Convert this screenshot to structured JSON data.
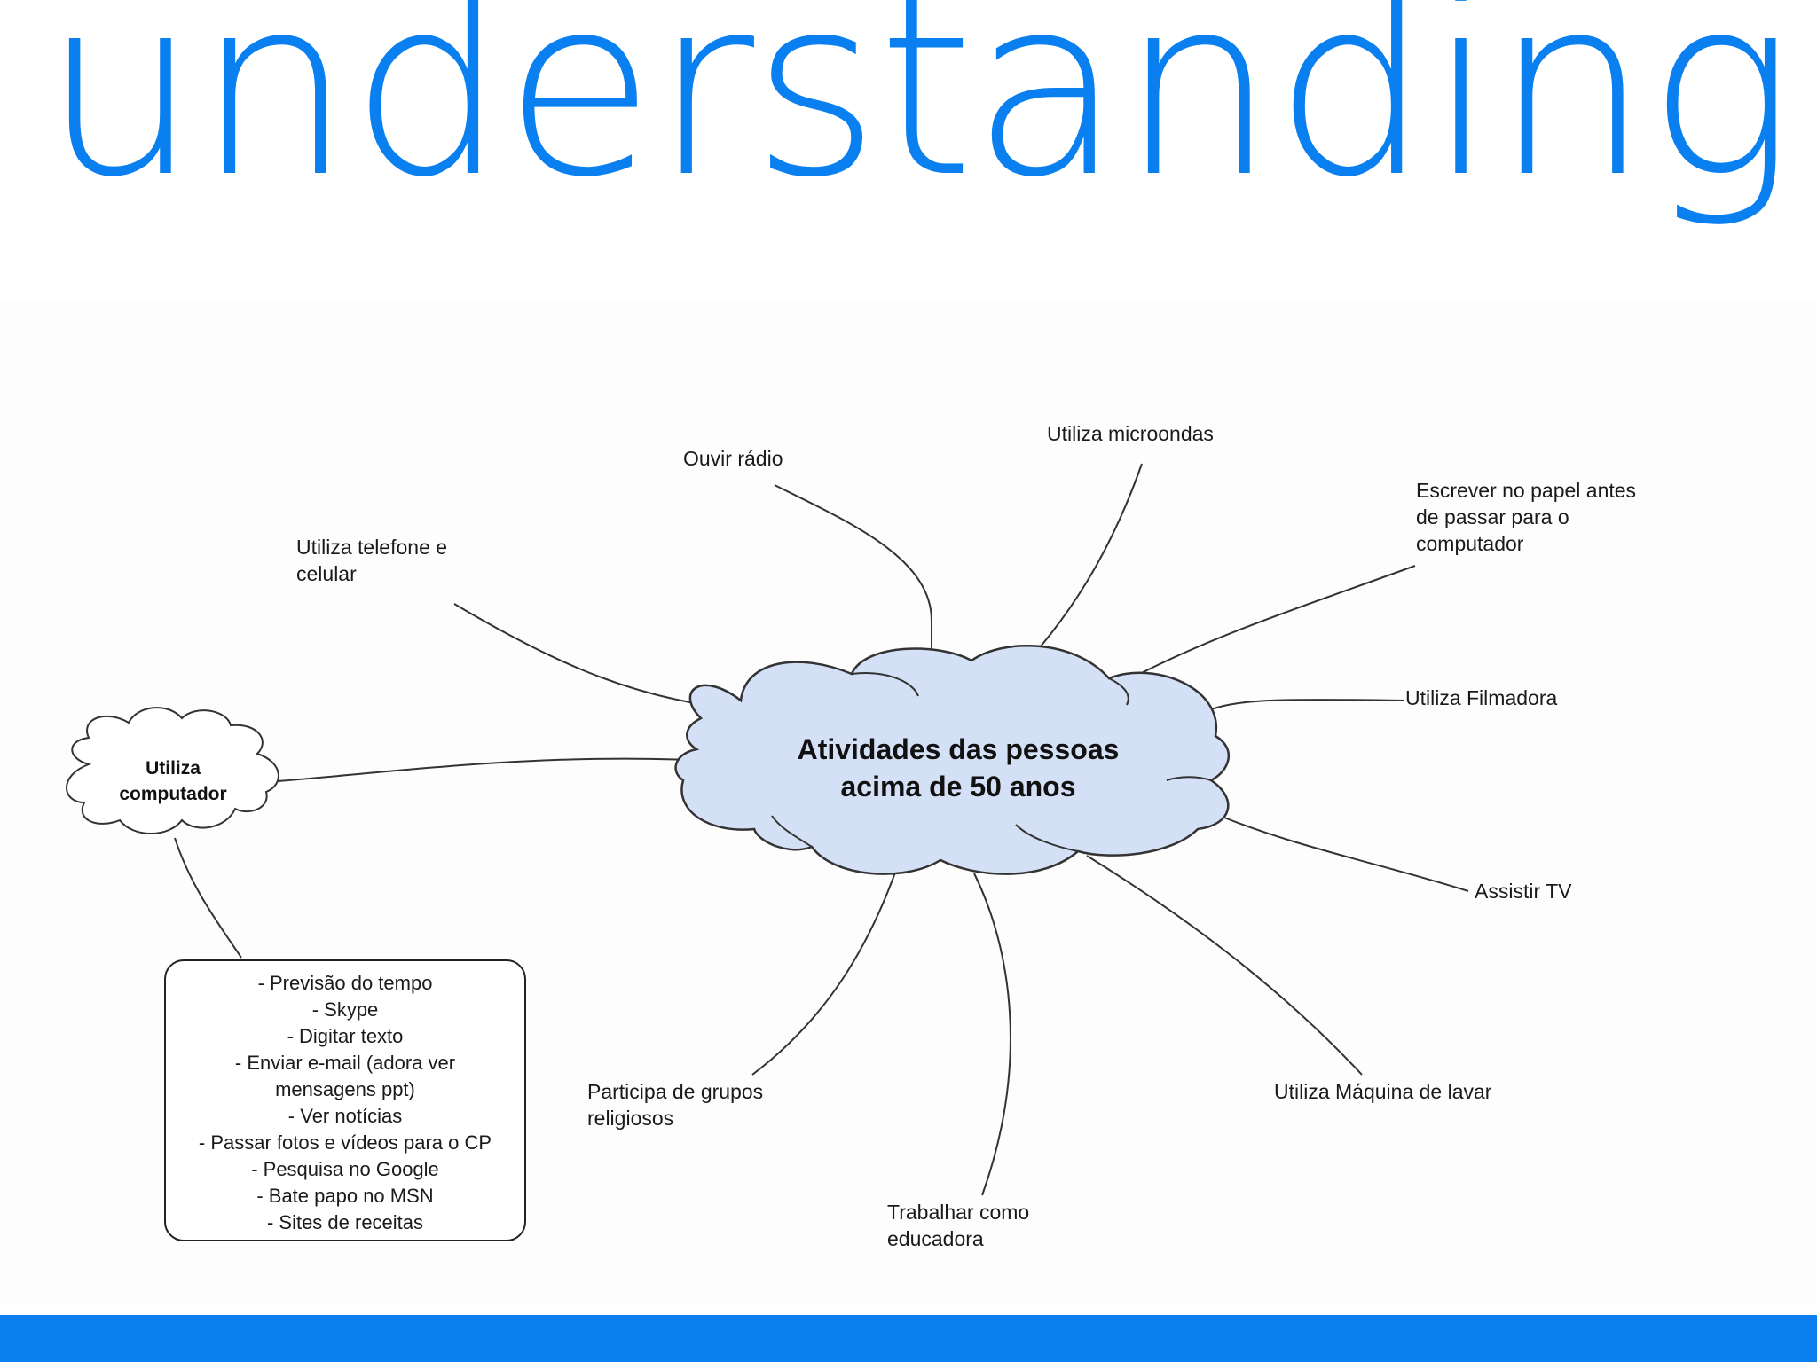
{
  "slide": {
    "title": "understanding",
    "accent_color": "#0a80f0"
  },
  "diagram": {
    "center": "Atividades das pessoas\nacima de 50 anos",
    "computer_node": "Utiliza\ncomputador",
    "branches": {
      "radio": "Ouvir rádio",
      "microwave": "Utiliza microondas",
      "paper": "Escrever no papel antes\nde passar para o\ncomputador",
      "phone": "Utiliza telefone e\ncelular",
      "camcorder": "Utiliza Filmadora",
      "tv": "Assistir TV",
      "washer": "Utiliza Máquina de lavar",
      "educator": "Trabalhar como\neducadora",
      "religious": "Participa de grupos\nreligiosos"
    },
    "computer_uses": [
      "- Previsão do tempo",
      "- Skype",
      "- Digitar texto",
      "- Enviar e-mail (adora ver",
      "mensagens ppt)",
      "- Ver notícias",
      "- Passar fotos e vídeos para o CP",
      "- Pesquisa no Google",
      "- Bate papo no MSN",
      "- Sites de receitas"
    ],
    "cloud_fill": "#d4e0f5"
  }
}
